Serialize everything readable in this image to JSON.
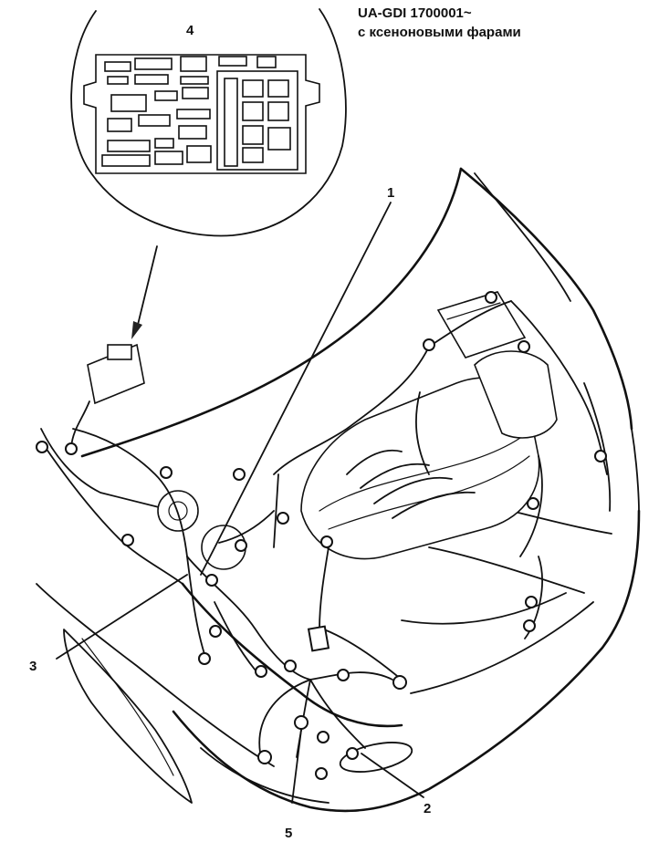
{
  "caption": {
    "line1": "UA-GDI 1700001~",
    "line2": "с ксеноновыми фарами"
  },
  "callouts": [
    {
      "id": "1",
      "label": "1"
    },
    {
      "id": "2",
      "label": "2"
    },
    {
      "id": "3",
      "label": "3"
    },
    {
      "id": "4",
      "label": "4"
    },
    {
      "id": "5",
      "label": "5"
    }
  ]
}
